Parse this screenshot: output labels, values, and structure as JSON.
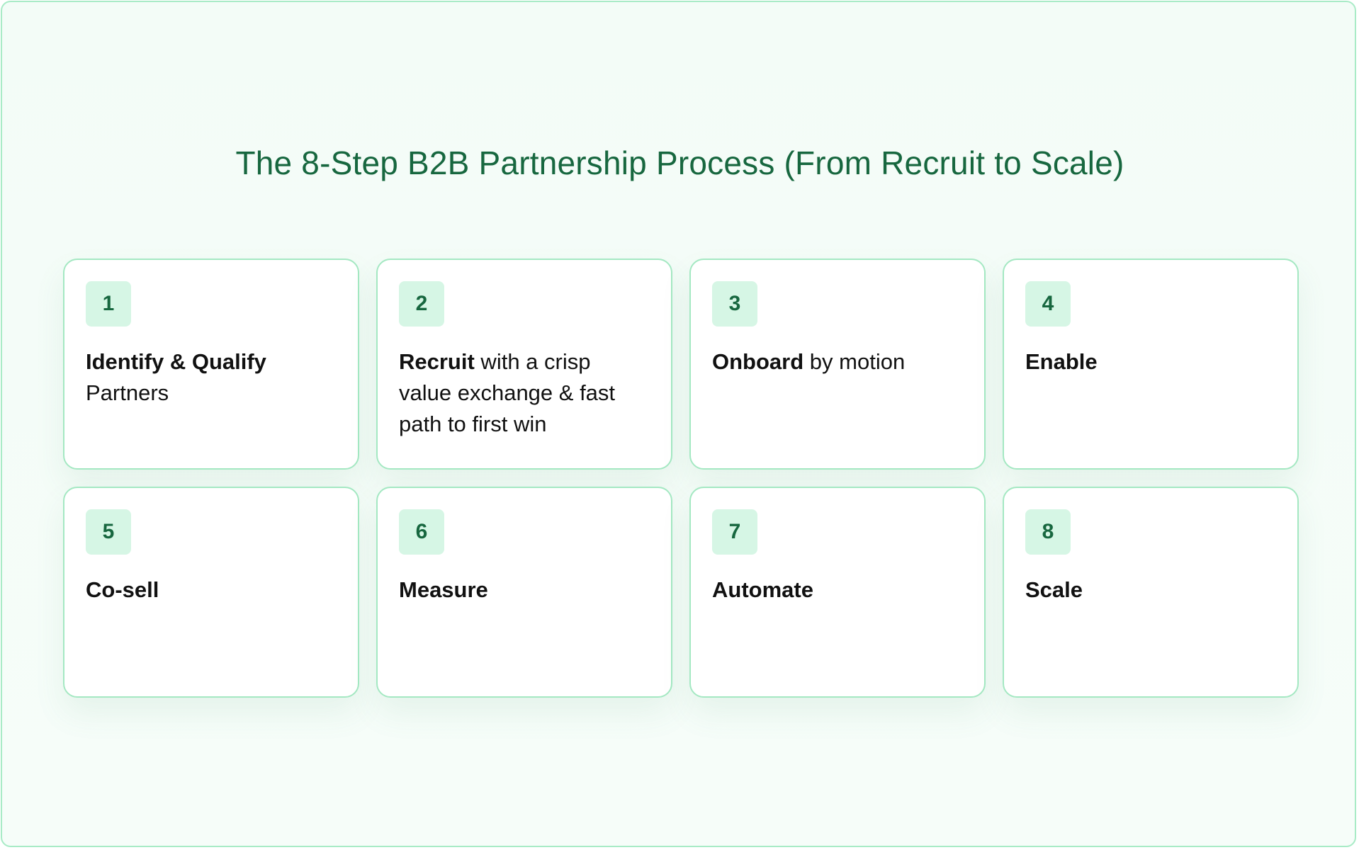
{
  "title": "The 8-Step B2B Partnership Process (From Recruit to Scale)",
  "colors": {
    "accent": "#17673f",
    "badge_bg": "#d6f6e5",
    "card_border": "#a4e8c2",
    "page_bg": "#f3fcf7"
  },
  "steps": [
    {
      "number": "1",
      "bold": "Identify & Qualify",
      "rest": " Partners"
    },
    {
      "number": "2",
      "bold": "Recruit",
      "rest": " with a crisp value exchange & fast path to first win"
    },
    {
      "number": "3",
      "bold": "Onboard",
      "rest": " by motion"
    },
    {
      "number": "4",
      "bold": "Enable",
      "rest": ""
    },
    {
      "number": "5",
      "bold": "Co-sell",
      "rest": ""
    },
    {
      "number": "6",
      "bold": "Measure",
      "rest": ""
    },
    {
      "number": "7",
      "bold": "Automate",
      "rest": ""
    },
    {
      "number": "8",
      "bold": "Scale",
      "rest": ""
    }
  ]
}
